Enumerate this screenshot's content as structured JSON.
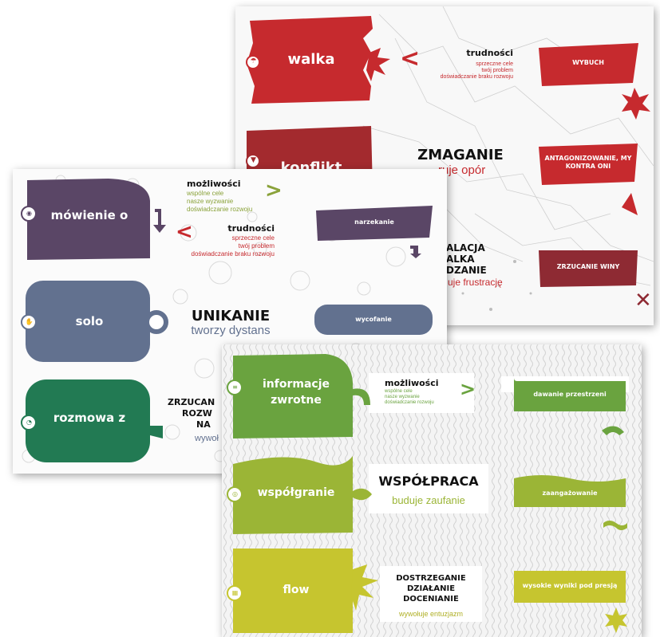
{
  "colors": {
    "red": "#c62a2e",
    "dark_red": "#8e2a33",
    "purple": "#5a4666",
    "slate": "#62718f",
    "green_dark": "#227a53",
    "green": "#6aa33f",
    "olive": "#9bb536",
    "lime": "#c6c52f"
  },
  "red_card": {
    "rows": [
      {
        "label": "walka",
        "icon": "umbrella-icon"
      },
      {
        "label": "konflikt",
        "icon": "thumbs-down-icon"
      },
      {
        "label": "",
        "icon": ""
      }
    ],
    "trudnosci": {
      "title": "trudności",
      "lines": [
        "sprzeczne cele",
        "twój problem",
        "doświadczanie braku rozwoju"
      ]
    },
    "center": {
      "title": "ZMAGANIE",
      "subtitle": "ruje opór"
    },
    "bottom_lines": [
      "ALACJA",
      "ALKA",
      "DZANIE"
    ],
    "bottom_subtitle": "uje frustrację",
    "right": [
      "WYBUCH",
      "ANTAGONIZOWANIE, MY KONTRA ONI",
      "ZRZUCANIE WINY"
    ],
    "symbols": {
      "chevron": "<",
      "cross": "✕"
    }
  },
  "purple_card": {
    "rows": [
      {
        "label": "mówienie o",
        "icon": "speech-target-icon"
      },
      {
        "label": "solo",
        "icon": "hand-icon"
      },
      {
        "label": "rozmowa z",
        "icon": "chat-icon"
      }
    ],
    "mozliwosci": {
      "title": "możliwości",
      "lines": [
        "wspólne cele",
        "nasze wyzwanie",
        "doświadczanie rozwoju"
      ]
    },
    "trudnosci": {
      "title": "trudności",
      "lines": [
        "sprzeczne cele",
        "twój problem",
        "doświadczanie braku rozwoju"
      ]
    },
    "center": {
      "title": "UNIKANIE",
      "subtitle": "tworzy dystans"
    },
    "bottom_lines": [
      "ZRZUCAN",
      "ROZW",
      "NA"
    ],
    "bottom_subtitle": "wywoł",
    "right": [
      "narzekanie",
      "wycofanie"
    ],
    "symbols": {
      "chevron_right": ">",
      "chevron_left": "<"
    }
  },
  "green_card": {
    "rows": [
      {
        "label_lines": [
          "informacje",
          "zwrotne"
        ],
        "icon": "list-icon"
      },
      {
        "label_lines": [
          "współgranie"
        ],
        "icon": "target-icon"
      },
      {
        "label_lines": [
          "flow"
        ],
        "icon": "grid-icon"
      }
    ],
    "mozliwosci": {
      "title": "możliwości",
      "lines": [
        "wspólne cele",
        "nasze wyzwanie",
        "doświadczanie rozwoju"
      ]
    },
    "center": {
      "title": "WSPÓŁPRACA",
      "subtitle": "buduje zaufanie"
    },
    "bottom_lines": [
      "DOSTRZEGANIE",
      "DZIAŁANIE",
      "DOCENIANIE"
    ],
    "bottom_subtitle": "wywołuje entuzjazm",
    "right": [
      "dawanie przestrzeni",
      "zaangażowanie",
      "wysokie wyniki pod presją"
    ],
    "symbols": {
      "chevron": ">",
      "tilde": "~"
    }
  }
}
